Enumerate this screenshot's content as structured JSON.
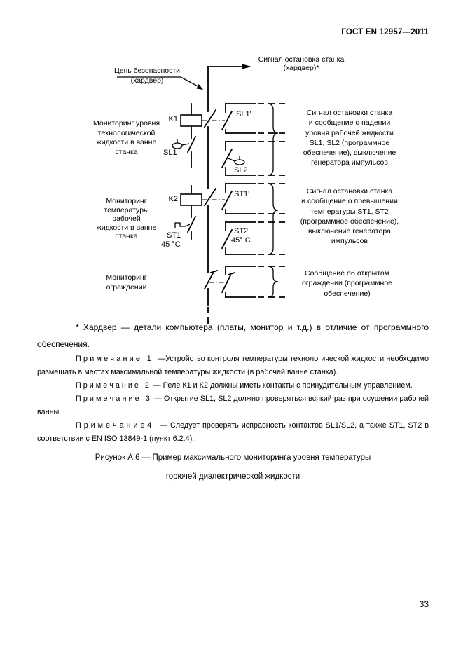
{
  "header": {
    "standard_number": "ГОСТ EN 12957—2011"
  },
  "diagram": {
    "top_signal": "Сигнал остановка станка\n(хардвер)*",
    "safety_circuit_label": "Цепь безопасности\n(хардвер)",
    "block1": {
      "left_label": "Мониторинг уровня\nтехнологической\nжидкости в ванне\nстанка",
      "relay": "K1",
      "sensor": "SL1",
      "contact_a": "SL1'",
      "contact_b": "SL2",
      "right_text": "Сигнал остановки станка\nи сообщение о падении\nуровня рабочей жидкости\nSL1, SL2 (программное\nобеспечение), выключение\nгенератора импульсов"
    },
    "block2": {
      "left_label": "Мониторинг\nтемпературы\nрабочей\nжидкости в ванне\nстанка",
      "relay": "K2",
      "sensor": "ST1",
      "sensor_temp": "45 °C",
      "contact_a": "ST1'",
      "contact_b": "ST2",
      "contact_b_temp": "45° C",
      "right_text": "Сигнал остановки станка\nи сообщение о превышении\nтемпературы ST1, ST2\n(программное обеспечение),\nвыключение генератора\nимпульсов"
    },
    "block3": {
      "left_label": "Мониторинг\nограждений",
      "right_text": "Сообщение об открытом\nограждении (программное\nобеспечение)"
    }
  },
  "footnote": "* Хардвер — детали компьютера (платы, монитор и т.д.) в отличие от программного обеспечения.",
  "notes": [
    "П р и м е ч а н и е   1   —Устройство контроля температуры технологической жидкости необходимо размещать в местах максимальной температуры жидкости (в рабочей ванне станка).",
    "П р и м е ч а н и е   2  — Реле К1 и К2 должны иметь контакты с принудительным управлением.",
    "П р и м е ч а н и е   3  — Открытие SL1, SL2 должно проверяться всякий раз при осушении рабочей ванны.",
    "П р и м е ч а н и е 4   — Следует проверять исправность контактов SL1/SL2, а также ST1, ST2 в соответствии с EN ISO 13849-1 (пункт 6.2.4)."
  ],
  "caption": "Рисунок А.6 — Пример максимального мониторинга уровня температуры\nгорючей диэлектрической жидкости",
  "page_number": "33"
}
